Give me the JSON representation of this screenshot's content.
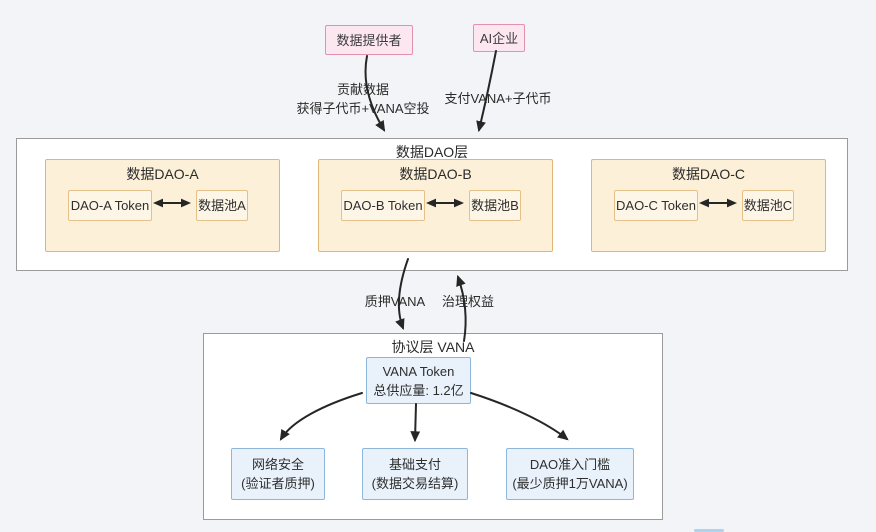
{
  "actors": {
    "data_provider": {
      "label": "数据提供者"
    },
    "ai_company": {
      "label": "AI企业"
    }
  },
  "flows": {
    "contribute_line1": "贡献数据",
    "contribute_line2": "获得子代币+VANA空投",
    "pay_label": "支付VANA+子代币",
    "stake_label": "质押VANA",
    "governance_label": "治理权益"
  },
  "dao_layer": {
    "title": "数据DAO层",
    "daos": [
      {
        "title": "数据DAO-A",
        "token_label": "DAO-A Token",
        "pool_label": "数据池A"
      },
      {
        "title": "数据DAO-B",
        "token_label": "DAO-B Token",
        "pool_label": "数据池B"
      },
      {
        "title": "数据DAO-C",
        "token_label": "DAO-C Token",
        "pool_label": "数据池C"
      }
    ]
  },
  "protocol_layer": {
    "title": "协议层 VANA",
    "vana_token": {
      "name": "VANA Token",
      "supply": "总供应量: 1.2亿"
    },
    "functions": [
      {
        "title": "网络安全",
        "subtitle": "(验证者质押)"
      },
      {
        "title": "基础支付",
        "subtitle": "(数据交易结算)"
      },
      {
        "title": "DAO准入门槛",
        "subtitle": "(最少质押1万VANA)"
      }
    ]
  },
  "colors": {
    "page_background": "#f3f4f7",
    "pink_bg": "#fce7f0",
    "pink_border": "#e291af",
    "cream_bg": "#fcf0d8",
    "cream_inner_bg": "#fdf6e6",
    "orange_border": "#e0b678",
    "blue_bg": "#e9f2fb",
    "blue_border": "#8cb7db",
    "layer_border": "#9b9b9b",
    "arrow": "#262626"
  }
}
